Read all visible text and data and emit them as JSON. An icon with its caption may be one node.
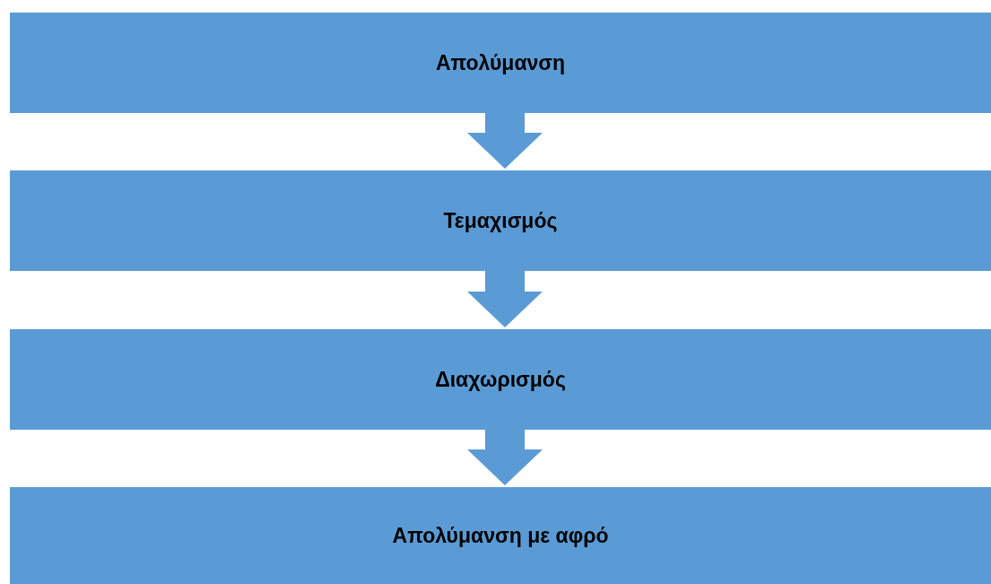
{
  "diagram": {
    "nodes": [
      {
        "text": [
          "Απολύμανση"
        ]
      },
      {
        "text": [
          "Τεμαχισμός"
        ]
      },
      {
        "text": [
          "Διαχωρισμός"
        ]
      },
      {
        "text": [
          "Απολύμανση με αφρό"
        ]
      }
    ],
    "edges": [
      {
        "from": 0,
        "to": 1,
        "arrow": "to"
      },
      {
        "from": 1,
        "to": 2,
        "arrow": "to"
      },
      {
        "from": 2,
        "to": 3,
        "arrow": "to"
      }
    ]
  }
}
